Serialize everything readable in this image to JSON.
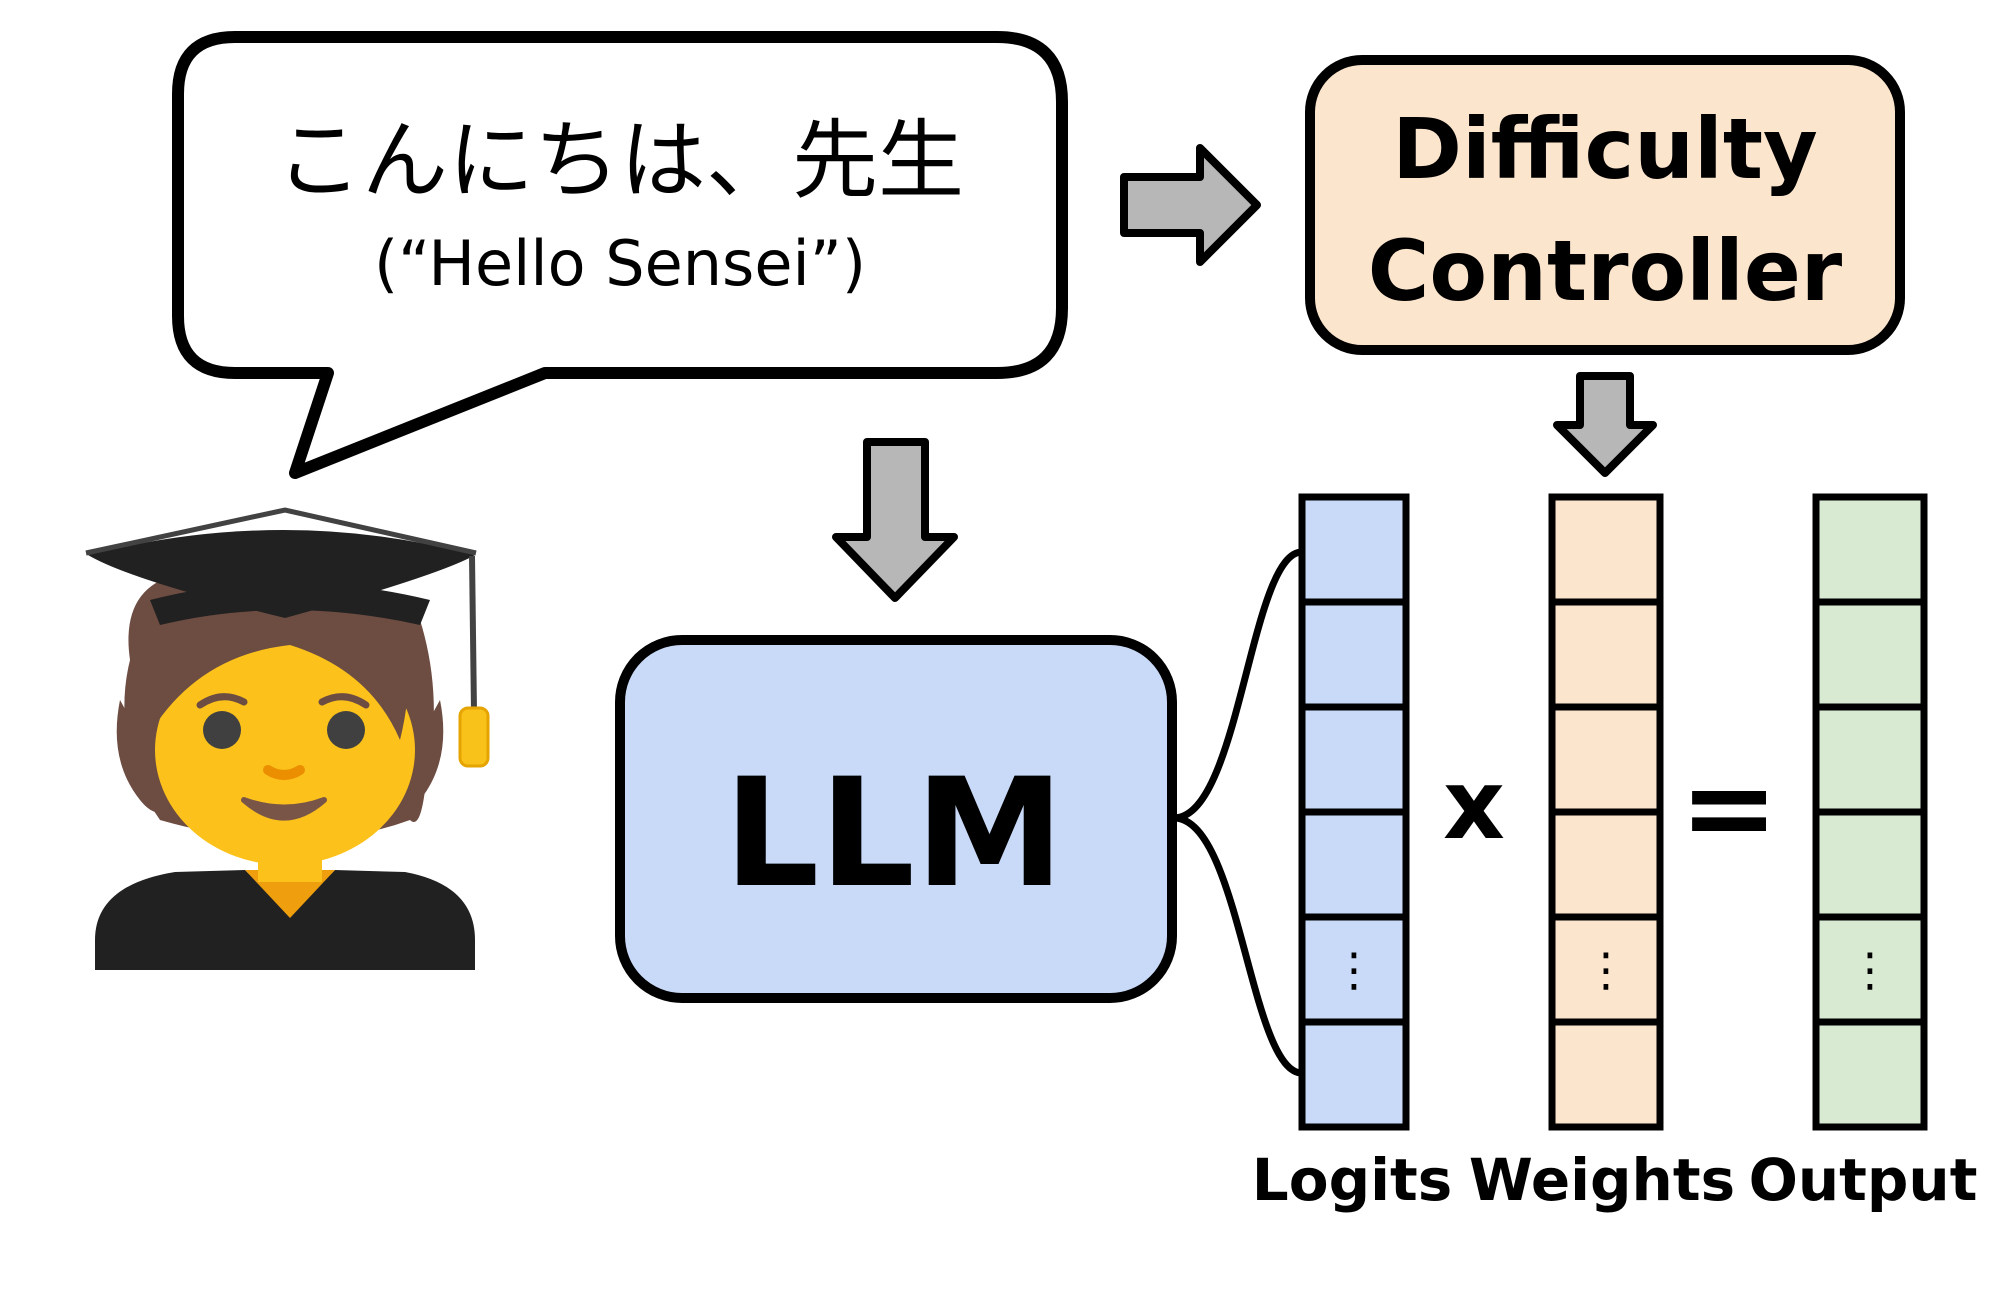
{
  "speech": {
    "japanese": "こんにちは、先生",
    "translation": "(“Hello Sensei”)"
  },
  "controller": {
    "line1": "Difficulty",
    "line2": "Controller"
  },
  "llm": {
    "label": "LLM"
  },
  "operators": {
    "multiply": "x",
    "equals": "="
  },
  "vectors": {
    "logits": {
      "label": "Logits",
      "color": "#c9daf8",
      "dots": "⋮"
    },
    "weights": {
      "label": "Weights",
      "color": "#fce5cd",
      "dots": "⋮"
    },
    "output": {
      "label": "Output",
      "color": "#d9ead3",
      "dots": "⋮"
    }
  },
  "colors": {
    "arrow_fill": "#b7b7b7",
    "controller_fill": "#fce5cd",
    "llm_fill": "#c9daf8",
    "stroke": "#000000"
  },
  "icons": {
    "student": "student-graduate-emoji"
  }
}
